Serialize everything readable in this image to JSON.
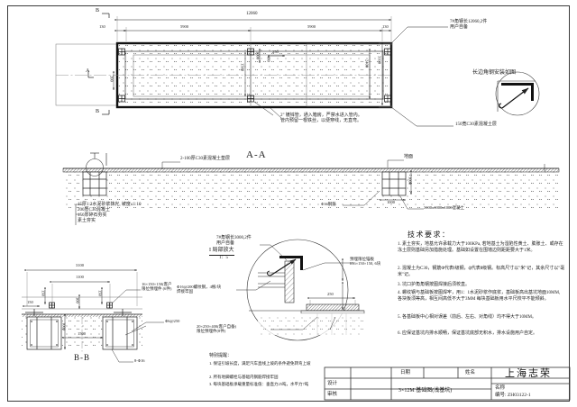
{
  "sheet": {
    "drawing_type": "cad-engineering-drawing",
    "background": "#ffffff",
    "line_color": "#1a1a1a"
  },
  "plan_view": {
    "dim_overall_top": "12060",
    "dim_left_edge": "130",
    "dim_span_1": "5900",
    "dim_span_2": "5900",
    "dim_right_edge": "130",
    "dim_inner_width": "1500",
    "dim_inner_sub": "1000",
    "dim_left_offset": "200",
    "dim_right_block_250": "250",
    "dim_right_block_400": "400",
    "dim_height_3100": "3100",
    "dim_height_2400": "2400",
    "dim_height_800": "800",
    "section_mark_a": "A",
    "section_mark_b": "B",
    "callout_angle_steel": "7#角钢长12060,2件\n用户自备",
    "callout_pipe": "2\" 镀锌管，通入箱房，严禁水进入管内。\n管内预留一根铁丝，以便穿线，无直弯。",
    "callout_concrete_layer": "150宽C30素混凝土层",
    "detail_title_corner": "长边角钢安装如图"
  },
  "section_aa": {
    "title": "A-A",
    "note_ground": "地面",
    "note_cushion": "2-100厚C30素混凝土垫层",
    "note_rebar": "Φ16钢筋",
    "note_concrete_block": "3100x1000x1000混凝土",
    "note_layers": "15厚1:2水泥砂浆抹光, 坡度≤1:10\n200厚C30混凝土\n150厚碎石夯实\n素土夯实",
    "dim_1000": "1000",
    "dim_1000_v": "1000",
    "dim_400": "400"
  },
  "detail_i": {
    "title": "I 局部放大",
    "scale": "1：5",
    "callout_angle": "7#角钢长3000,2件\n用户自备",
    "callout_anchor_plate": "预埋限位锚板\nδ16×150×150, 6块",
    "callout_rebar": "Φ16@200螺纹钢，4根/块\n焊接牢固",
    "callout_embed": "20×250×400(客户自备)\n限位预埋件(8件)",
    "dim_250": "250"
  },
  "section_bb": {
    "title": "B-B",
    "dim_3100": "3100",
    "dim_1100": "1100",
    "dim_1500": "1500",
    "dim_1000": "1000",
    "dim_150_a": "150",
    "dim_150_b": "150",
    "dim_150_c": "150",
    "dim_100": "100",
    "callout_embed_plate": "16×150×150(客户\n限位预埋件 (6件)",
    "callout_stirrup": "Φ6@250",
    "callout_bottom_rebar": "8-Φ16"
  },
  "tech_notes": {
    "title": "技术要求：",
    "items": [
      "1. 素土夯实，地基允许承载力大于100KPa, 若地基土为湿陷性黄土、膨胀土、或存在冻土层则基础另加措施处理。基础如设置在围墙边则距距要大于1米。",
      "2. 混凝土为C30，钢筋Φ代表Ⅰ级钢，ф代表Ⅱ级钢。标高尺寸以\"米\"记，其余尺寸以\"毫米\"记。",
      "3. 坑口护角角钢按图焊接后须校直。",
      "4. 螺纹钢与基础板按图焊牢，用1：1水泥砂浆作底浆，基础板高出基坑地面10MM, 各块板须等高，相互间高低不大于3MM 每块基础板用水平尺校平不能倾斜。",
      "5. 各基础板中心相对误差（前后、左右、对角线）均不得大于10MM。",
      "6. 应保证基坑内排水顺畅，保证基坑底部无积水，排水设施用户自定。"
    ]
  },
  "special_notes": {
    "title": "特别提醒：",
    "items": [
      "1. 保证引坡长度，满足汽车直线上坡的条件避免转弯上坡",
      "2. 所有地脚螺栓与基础内钢筋焊接牢固",
      "3. 每块基础板承载重量标准值：垂直力25吨，水平力7吨"
    ]
  },
  "title_block": {
    "col_date": "日期",
    "col_name": "姓名",
    "row_design": "设计",
    "row_review": "审核",
    "drawing_name": "3×12M 基础图(浅基坑)",
    "company": "上海志荣",
    "label_name": "名称",
    "label_number": "编号: ZH03122-1"
  }
}
